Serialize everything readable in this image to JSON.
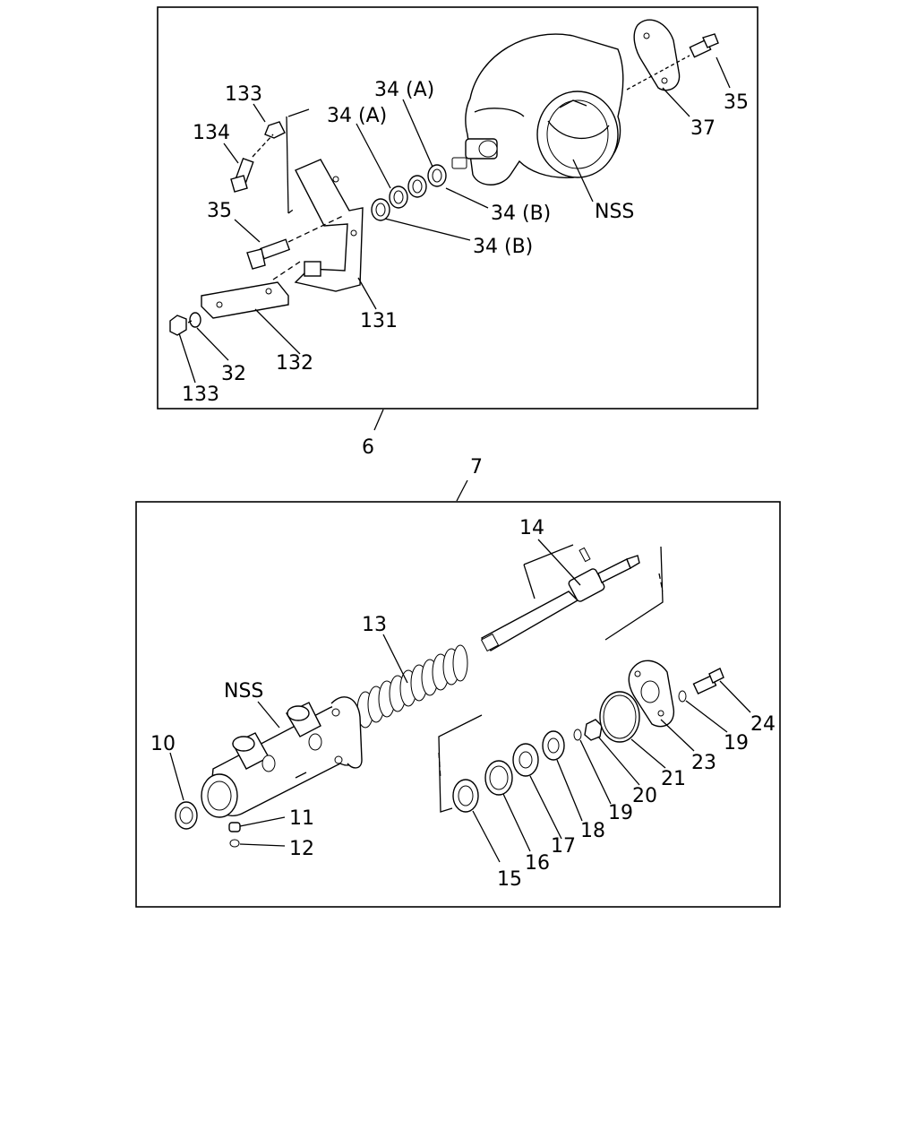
{
  "panel_top": {
    "callout": "6",
    "labels": {
      "l133a": "133",
      "l134": "134",
      "l35a": "35",
      "l34A1": "34 (A)",
      "l34A2": "34 (A)",
      "l34B1": "34 (B)",
      "l34B2": "34 (B)",
      "lNSS": "NSS",
      "l35b": "35",
      "l37": "37",
      "l131": "131",
      "l132": "132",
      "l32": "32",
      "l133b": "133"
    }
  },
  "panel_bottom": {
    "callout": "7",
    "labels": {
      "l14": "14",
      "l13": "13",
      "lNSS": "NSS",
      "l10": "10",
      "l11": "11",
      "l12": "12",
      "l15": "15",
      "l16": "16",
      "l17": "17",
      "l18": "18",
      "l19a": "19",
      "l20": "20",
      "l21": "21",
      "l23": "23",
      "l19b": "19",
      "l24": "24"
    }
  }
}
